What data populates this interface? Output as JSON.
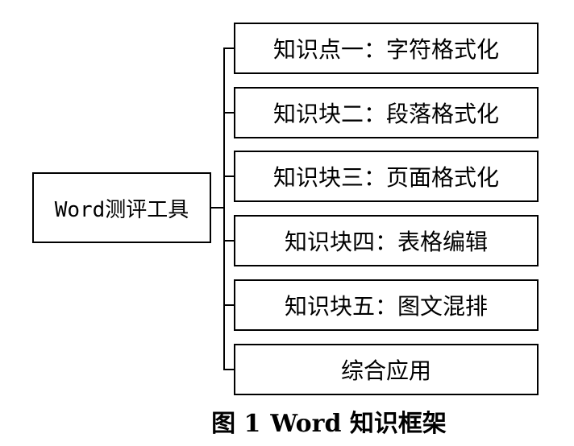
{
  "diagram": {
    "root": "Word测评工具",
    "branches": [
      "知识点一：字符格式化",
      "知识块二：段落格式化",
      "知识块三：页面格式化",
      "知识块四：表格编辑",
      "知识块五：图文混排",
      "综合应用"
    ],
    "caption": {
      "label": "图 1",
      "title": "Word 知识框架"
    }
  }
}
